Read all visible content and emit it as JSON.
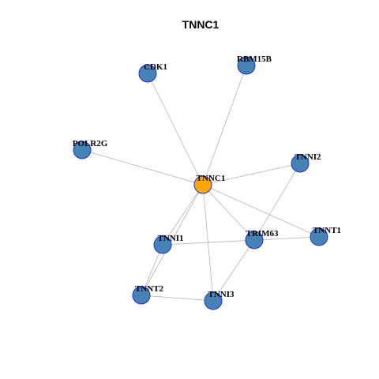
{
  "title": "TNNC1",
  "colors": {
    "hub_fill": "#FFA500",
    "node_fill": "#4682B4",
    "node_border": "#1F2FD6",
    "edge": "#B3B3B3"
  },
  "nodes": [
    {
      "id": "TNNC1",
      "label": "TNNC1",
      "hub": true
    },
    {
      "id": "CDK1",
      "label": "CDK1",
      "hub": false
    },
    {
      "id": "RBM15B",
      "label": "RBM15B",
      "hub": false
    },
    {
      "id": "POLR2G",
      "label": "POLR2G",
      "hub": false
    },
    {
      "id": "TNNI2",
      "label": "TNNI2",
      "hub": false
    },
    {
      "id": "TNNI1",
      "label": "TNNI1",
      "hub": false
    },
    {
      "id": "TRIM63",
      "label": "TRIM63",
      "hub": false
    },
    {
      "id": "TNNT1",
      "label": "TNNT1",
      "hub": false
    },
    {
      "id": "TNNT2",
      "label": "TNNT2",
      "hub": false
    },
    {
      "id": "TNNI3",
      "label": "TNNI3",
      "hub": false
    }
  ],
  "edges": [
    [
      "TNNC1",
      "CDK1"
    ],
    [
      "TNNC1",
      "RBM15B"
    ],
    [
      "TNNC1",
      "POLR2G"
    ],
    [
      "TNNC1",
      "TNNI2"
    ],
    [
      "TNNC1",
      "TNNI1"
    ],
    [
      "TNNC1",
      "TRIM63"
    ],
    [
      "TNNC1",
      "TNNT1"
    ],
    [
      "TNNC1",
      "TNNT2"
    ],
    [
      "TNNC1",
      "TNNI3"
    ],
    [
      "TNNI2",
      "TRIM63"
    ],
    [
      "TNNI1",
      "TNNT1"
    ],
    [
      "TNNI1",
      "TNNT2"
    ],
    [
      "TRIM63",
      "TNNI3"
    ],
    [
      "TNNT2",
      "TNNI3"
    ]
  ]
}
